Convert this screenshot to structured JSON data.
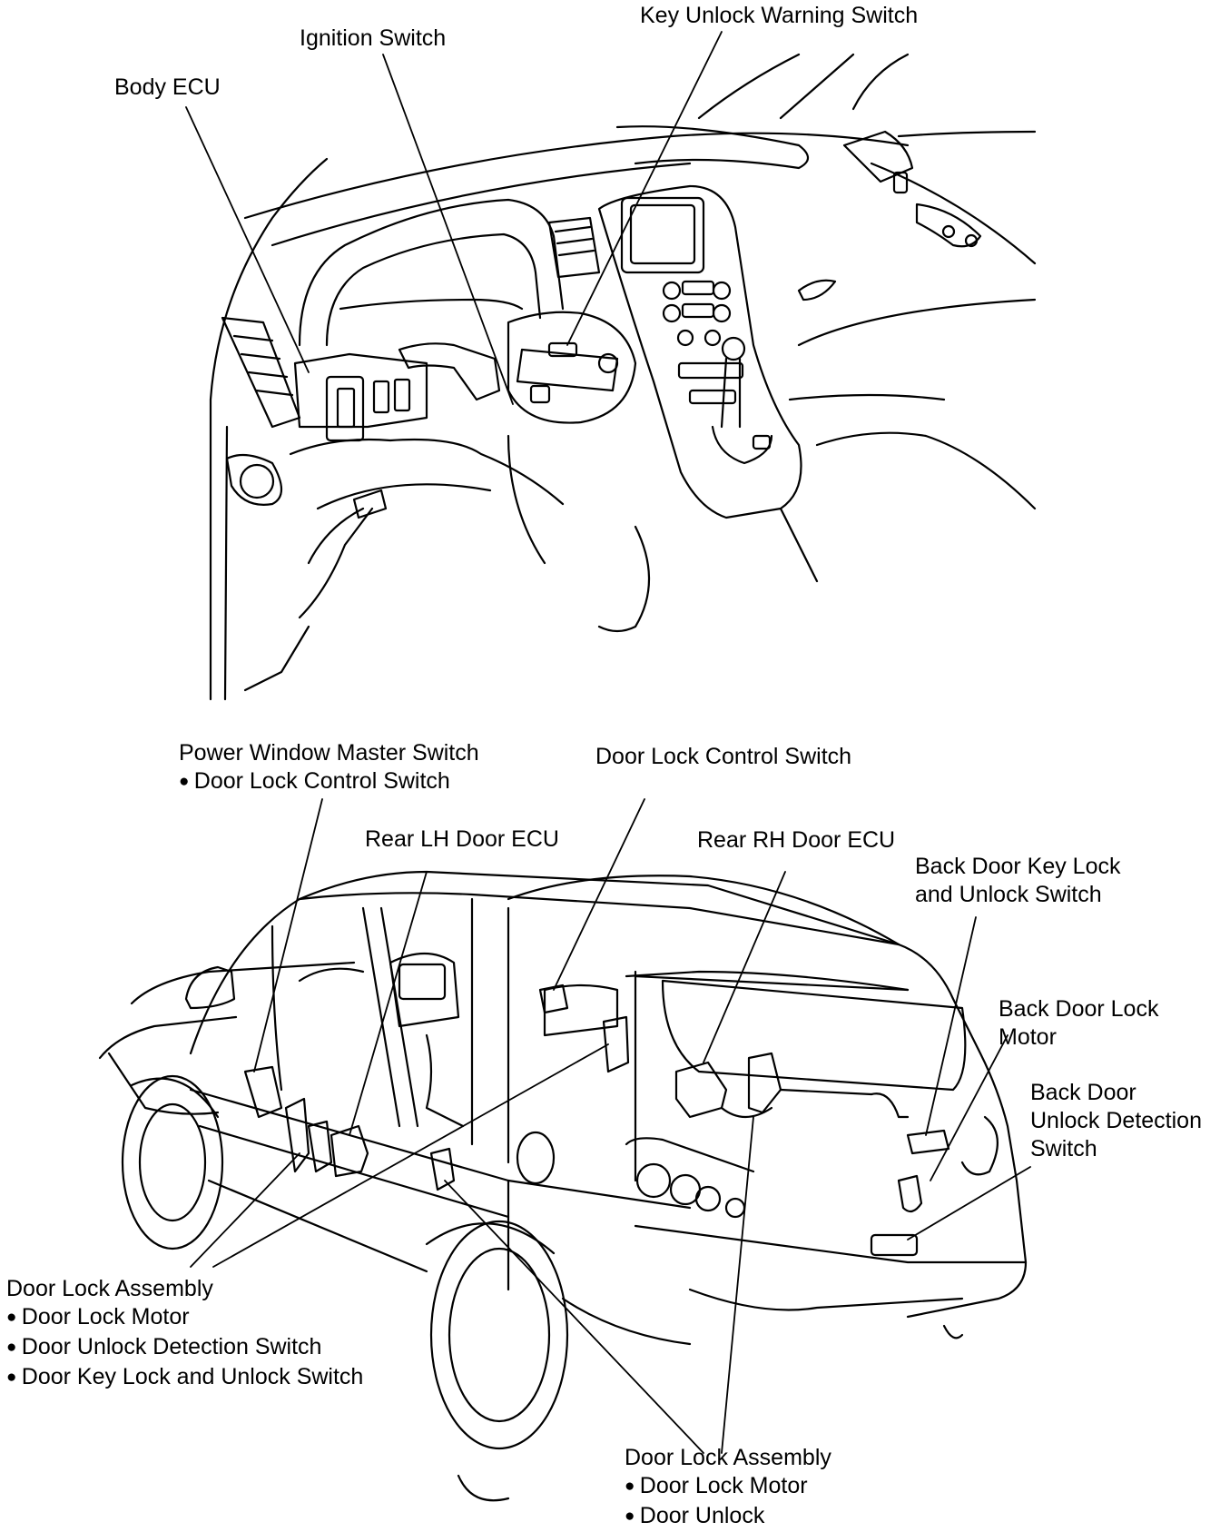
{
  "labels": {
    "body_ecu": "Body ECU",
    "ignition_switch": "Ignition Switch",
    "key_unlock_warning_switch": "Key Unlock Warning Switch",
    "power_window_master_switch": "Power Window Master Switch",
    "power_window_master_switch_item": "Door Lock Control Switch",
    "door_lock_control_switch": "Door Lock Control Switch",
    "rear_lh_door_ecu": "Rear LH Door ECU",
    "rear_rh_door_ecu": "Rear RH Door ECU",
    "back_door_key_lock_line1": "Back Door Key Lock",
    "back_door_key_lock_line2": "and Unlock Switch",
    "back_door_lock_motor_line1": "Back Door Lock",
    "back_door_lock_motor_line2": "Motor",
    "back_door_unlock_detection_line1": "Back Door",
    "back_door_unlock_detection_line2": "Unlock Detection",
    "back_door_unlock_detection_line3": "Switch",
    "front_door_lock_assembly": {
      "title": "Door Lock Assembly",
      "items": [
        "Door Lock Motor",
        "Door Unlock Detection Switch",
        "Door Key Lock and Unlock Switch"
      ]
    },
    "rear_door_lock_assembly": {
      "title": "Door Lock Assembly",
      "items": [
        "Door Lock Motor",
        "Door Unlock"
      ]
    }
  }
}
